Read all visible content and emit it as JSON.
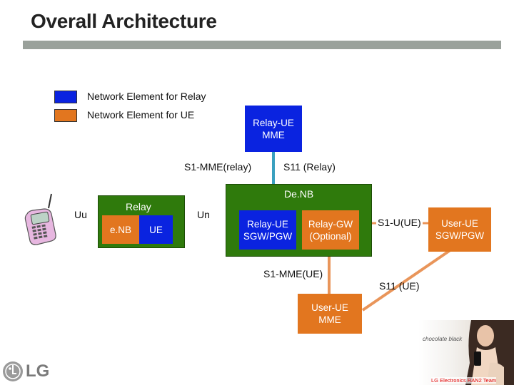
{
  "title": "Overall Architecture",
  "legend": [
    {
      "color": "#0a23e0",
      "label": "Network Element for Relay"
    },
    {
      "color": "#e2761f",
      "label": "Network Element for UE"
    }
  ],
  "nodes": {
    "relay_ue_mme": "Relay-UE\nMME",
    "relay_group": "Relay",
    "enb": "e.NB",
    "ue": "UE",
    "denb": "De.NB",
    "relay_ue_sgw_pgw": "Relay-UE\nSGW/PGW",
    "relay_gw": "Relay-GW\n(Optional)",
    "user_ue_sgw_pgw": "User-UE\nSGW/PGW",
    "user_ue_mme": "User-UE\nMME"
  },
  "links": {
    "uu": "Uu",
    "un": "Un",
    "s1_mme_relay": "S1-MME(relay)",
    "s11_relay": "S11 (Relay)",
    "s1_u_ue": "S1-U(UE)",
    "s1_mme_ue": "S1-MME(UE)",
    "s11_ue": "S11 (UE)"
  },
  "colors": {
    "relay": "#0a23e0",
    "ue": "#e2761f",
    "denb": "#2f7a0c",
    "relay_link": "#3aa0bf",
    "ue_link": "#e9955a"
  },
  "logo": {
    "text": "LG"
  },
  "ad": {
    "brand": "chocolate black",
    "caption": "LG Electronics RAN2 Team"
  }
}
